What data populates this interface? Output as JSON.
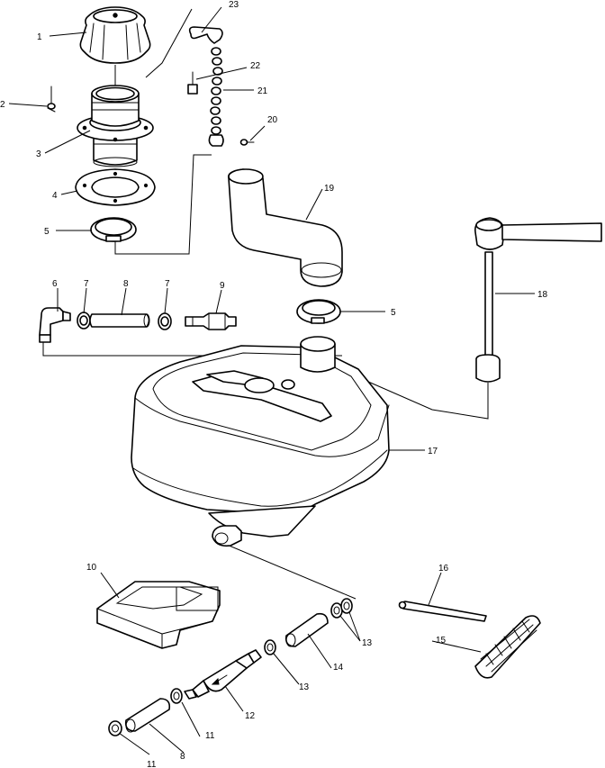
{
  "callouts": [
    {
      "id": "c1",
      "label": "1"
    },
    {
      "id": "c2",
      "label": "2"
    },
    {
      "id": "c3",
      "label": "3"
    },
    {
      "id": "c4",
      "label": "4"
    },
    {
      "id": "c5a",
      "label": "5"
    },
    {
      "id": "c5b",
      "label": "5"
    },
    {
      "id": "c6",
      "label": "6"
    },
    {
      "id": "c7a",
      "label": "7"
    },
    {
      "id": "c7b",
      "label": "7"
    },
    {
      "id": "c8a",
      "label": "8"
    },
    {
      "id": "c8b",
      "label": "8"
    },
    {
      "id": "c9",
      "label": "9"
    },
    {
      "id": "c10",
      "label": "10"
    },
    {
      "id": "c11a",
      "label": "11"
    },
    {
      "id": "c11b",
      "label": "11"
    },
    {
      "id": "c12",
      "label": "12"
    },
    {
      "id": "c13a",
      "label": "13"
    },
    {
      "id": "c13b",
      "label": "13"
    },
    {
      "id": "c14",
      "label": "14"
    },
    {
      "id": "c15",
      "label": "15"
    },
    {
      "id": "c16",
      "label": "16"
    },
    {
      "id": "c17",
      "label": "17"
    },
    {
      "id": "c18",
      "label": "18"
    },
    {
      "id": "c19",
      "label": "19"
    },
    {
      "id": "c20",
      "label": "20"
    },
    {
      "id": "c21",
      "label": "21"
    },
    {
      "id": "c22",
      "label": "22"
    },
    {
      "id": "c23",
      "label": "23"
    }
  ]
}
